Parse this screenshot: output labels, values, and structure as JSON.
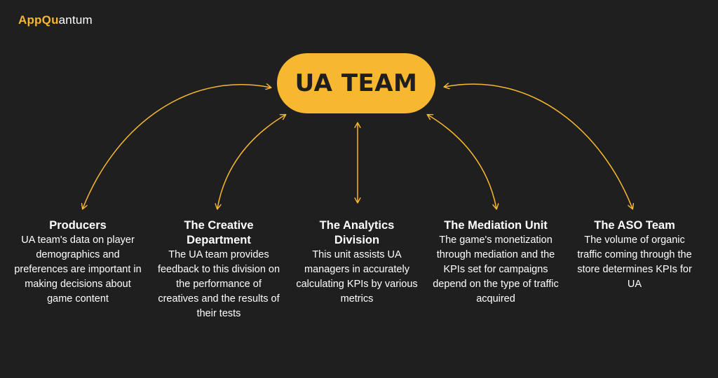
{
  "logo": {
    "strong": "AppQu",
    "light": "antum"
  },
  "center": {
    "label": "UA TEAM"
  },
  "nodes": [
    {
      "title": "Producers",
      "description": "UA team's data on player demographics and preferences are important in making decisions about game content"
    },
    {
      "title": "The Creative Department",
      "description": "The UA team provides feedback to this division on the performance of creatives and the results of their tests"
    },
    {
      "title": "The Analytics Division",
      "description": "This unit assists UA managers in accurately calculating KPIs by various metrics"
    },
    {
      "title": "The Mediation Unit",
      "description": "The game's monetization through mediation and the KPIs set for campaigns depend on the type of traffic acquired"
    },
    {
      "title": "The ASO Team",
      "description": "The volume of organic traffic coming through the store determines KPIs for UA"
    }
  ],
  "colors": {
    "background": "#1f1f1f",
    "accent": "#f7b731",
    "text": "#ffffff"
  }
}
